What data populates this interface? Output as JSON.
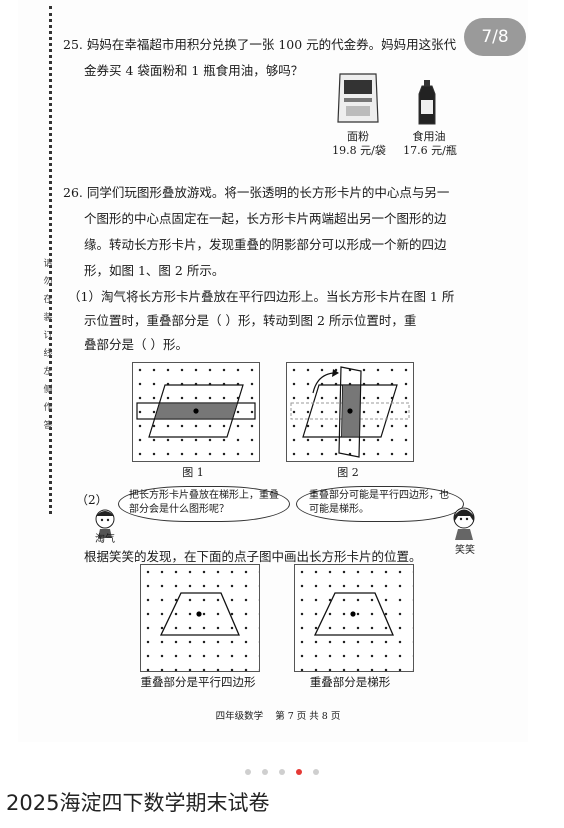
{
  "viewer": {
    "page_indicator": "7/8",
    "page_count": 5,
    "active_page_dot": 3,
    "accent_color": "#e53935"
  },
  "doc_title": "2025海淀四下数学期末试卷",
  "page": {
    "binding_text": "请勿在装订线左侧作答",
    "q25": {
      "line1": "25. 妈妈在幸福超市用积分兑换了一张 100 元的代金券。妈妈用这张代",
      "line2": "金券买 4 袋面粉和 1 瓶食用油，够吗？",
      "flour_label": "面粉",
      "flour_price": "19.8 元/袋",
      "oil_label": "食用油",
      "oil_price": "17.6 元/瓶"
    },
    "q26": {
      "line1": "26. 同学们玩图形叠放游戏。将一张透明的长方形卡片的中心点与另一",
      "line2": "个图形的中心点固定在一起，长方形卡片两端超出另一个图形的边",
      "line3": "缘。转动长方形卡片，发现重叠的阴影部分可以形成一个新的四边",
      "line4": "形，如图 1、图 2 所示。",
      "p1_line1": "（1）淘气将长方形卡片叠放在平行四边形上。当长方形卡片在图 1 所",
      "p1_line2": "示位置时，重叠部分是（          ）形，转动到图 2 所示位置时，重",
      "p1_line3": "叠部分是（        ）形。",
      "fig1": "图 1",
      "fig2": "图 2",
      "p2_num": "（2）",
      "bubble_left": "把长方形卡片叠放在梯形上，重叠部分会是什么图形呢？",
      "bubble_right": "重叠部分可能是平行四边形，也可能是梯形。",
      "char_left": "淘气",
      "char_right": "笑笑",
      "instruction": "根据笑笑的发现，在下面的点子图中画出长方形卡片的位置。",
      "caption_left": "重叠部分是平行四边形",
      "caption_right": "重叠部分是梯形"
    },
    "footer": "四年级数学    第 7 页 共 8 页"
  }
}
